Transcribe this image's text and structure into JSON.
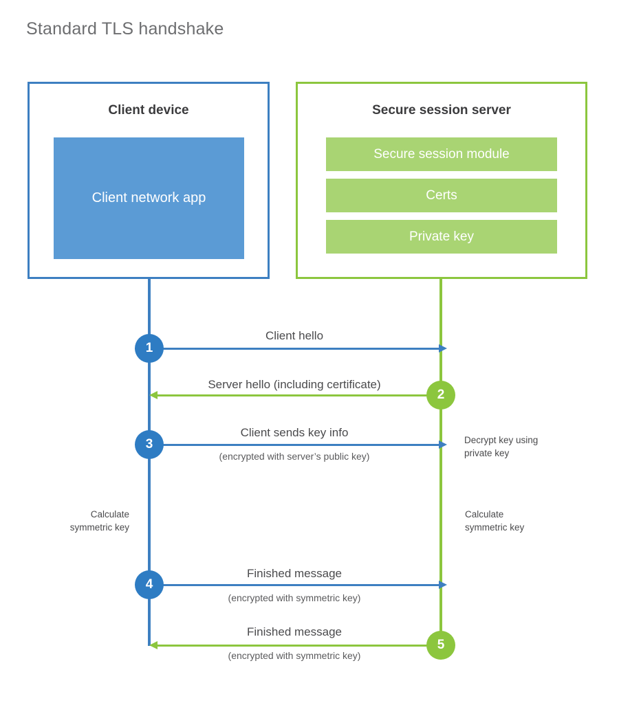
{
  "page": {
    "title": "Standard TLS handshake",
    "background": "#ffffff"
  },
  "colors": {
    "client_accent": "#3d7fc1",
    "client_fill": "#5b9bd5",
    "server_accent": "#8cc63e",
    "server_fill": "#a9d473",
    "circle_blue": "#2e7cc3",
    "circle_green": "#8cc63e",
    "title_text": "#6d6e70",
    "body_text": "#4a4a4c"
  },
  "client": {
    "title": "Client device",
    "app_label": "Client network app"
  },
  "server": {
    "title": "Secure session server",
    "modules": [
      {
        "label": "Secure session module"
      },
      {
        "label": "Certs"
      },
      {
        "label": "Private key"
      }
    ]
  },
  "steps": [
    {
      "number": "1",
      "label": "Client hello",
      "sublabel": "",
      "direction": "client-to-server",
      "color": "blue"
    },
    {
      "number": "2",
      "label": "Server hello (including certificate)",
      "sublabel": "",
      "direction": "server-to-client",
      "color": "green"
    },
    {
      "number": "3",
      "label": "Client sends key info",
      "sublabel": "(encrypted with server’s public key)",
      "direction": "client-to-server",
      "color": "blue"
    },
    {
      "number": "4",
      "label": "Finished message",
      "sublabel": "(encrypted with symmetric key)",
      "direction": "client-to-server",
      "color": "blue"
    },
    {
      "number": "5",
      "label": "Finished message",
      "sublabel": "(encrypted with symmetric key)",
      "direction": "server-to-client",
      "color": "green"
    }
  ],
  "notes": {
    "decrypt_key": "Decrypt key using\nprivate key",
    "client_calculate": "Calculate\nsymmetric key",
    "server_calculate": "Calculate\nsymmetric key"
  }
}
